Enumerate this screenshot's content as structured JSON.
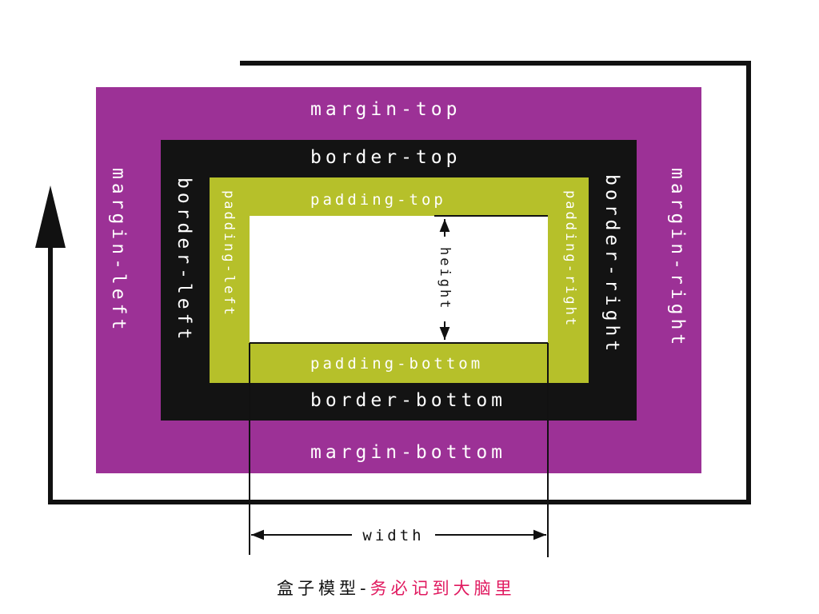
{
  "colors": {
    "margin": "#9c3196",
    "border": "#131313",
    "padding": "#b6c02a",
    "content": "#ffffff",
    "label": "#ffffff",
    "lines": "#111111",
    "caption_text": "#111111",
    "caption_accent": "#e0195f"
  },
  "margin": {
    "top": "margin-top",
    "bottom": "margin-bottom",
    "left": "margin-left",
    "right": "margin-right"
  },
  "border": {
    "top": "border-top",
    "bottom": "border-bottom",
    "left": "border-left",
    "right": "border-right"
  },
  "padding": {
    "top": "padding-top",
    "bottom": "padding-bottom",
    "left": "padding-left",
    "right": "padding-right"
  },
  "content": {
    "width_label": "width",
    "height_label": "height"
  },
  "caption": {
    "main": "盒子模型-",
    "accent": "务必记到大脑里"
  }
}
